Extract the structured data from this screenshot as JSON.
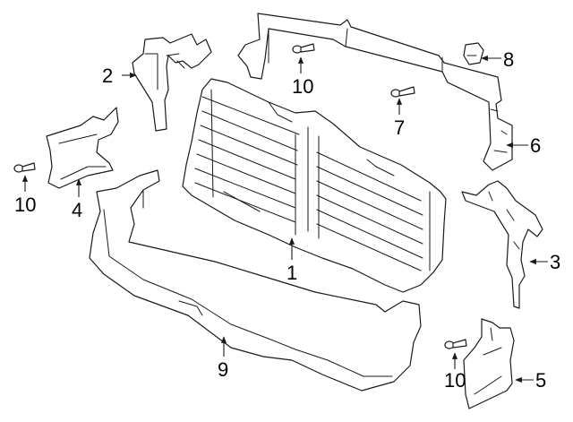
{
  "callouts": {
    "c1": "1",
    "c2": "2",
    "c3": "3",
    "c4": "4",
    "c5": "5",
    "c6": "6",
    "c7": "7",
    "c8": "8",
    "c9": "9",
    "c10a": "10",
    "c10b": "10",
    "c10c": "10"
  }
}
